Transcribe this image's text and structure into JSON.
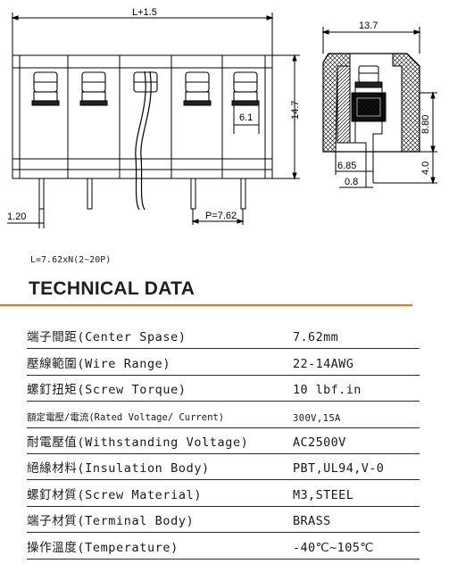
{
  "drawing": {
    "dims": {
      "length": "L+1.5",
      "depth": "13.7",
      "height": "14.7",
      "hole_depth": "6.1",
      "pitch": "P=7.62",
      "pin_width": "1.20",
      "height_upper": "8.80",
      "height_lower": "4.0",
      "pin_offset": "6.85",
      "pin_thickness": "0.8"
    }
  },
  "formula": "L=7.62xN(2~20P)",
  "section_title": "TECHNICAL DATA",
  "colors": {
    "accent": "#e8761e",
    "text": "#1a1a1a"
  },
  "specs": [
    {
      "label": "端子間距(Center Spase)",
      "value": "7.62mm"
    },
    {
      "label": "壓線範圍(Wire Range)",
      "value": "22-14AWG"
    },
    {
      "label": "螺釘扭矩(Screw Torque)",
      "value": "10 lbf.in"
    },
    {
      "label": "額定電壓/電流(Rated Voltage/ Current)",
      "value": "300V,15A"
    },
    {
      "label": "耐電壓值(Withstanding Voltage)",
      "value": "AC2500V"
    },
    {
      "label": "絕緣材料(Insulation Body)",
      "value": "PBT,UL94,V-0"
    },
    {
      "label": "螺釘材質(Screw Material)",
      "value": "M3,STEEL"
    },
    {
      "label": "端子材質(Terminal Body)",
      "value": "BRASS"
    },
    {
      "label": "操作溫度(Temperature)",
      "value": "-40℃~105℃"
    }
  ]
}
